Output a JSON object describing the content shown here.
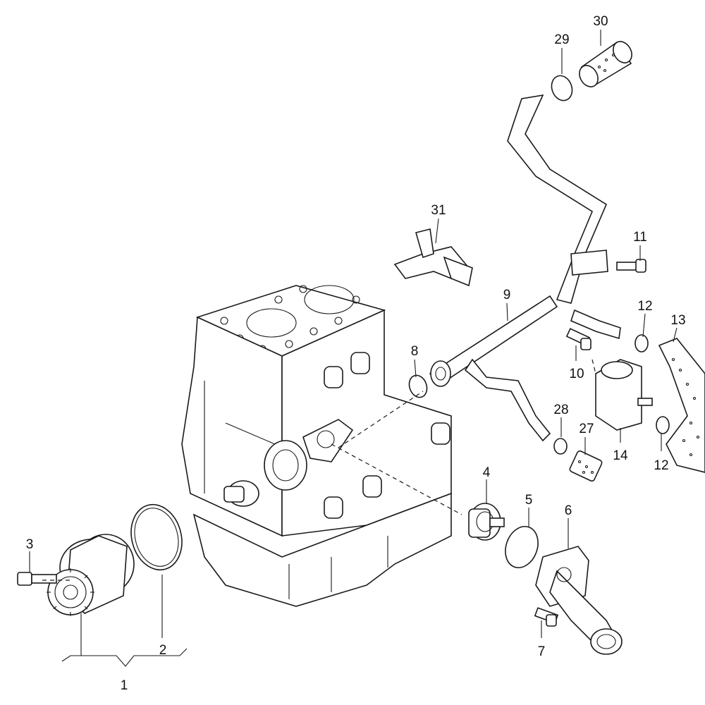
{
  "labels": {
    "l1": "1",
    "l2": "2",
    "l3": "3",
    "l4": "4",
    "l5": "5",
    "l6": "6",
    "l7": "7",
    "l8": "8",
    "l9": "9",
    "l10": "10",
    "l11": "11",
    "l12a": "12",
    "l12b": "12",
    "l13": "13",
    "l14": "14",
    "l27": "27",
    "l28": "28",
    "l29": "29",
    "l30": "30",
    "l31": "31"
  },
  "icons": {
    "engine_block": "engine-block-icon",
    "water_pump": "water-pump-icon",
    "hose": "hose-icon",
    "expansion_tank": "expansion-tank-icon",
    "filter": "filter-icon"
  }
}
